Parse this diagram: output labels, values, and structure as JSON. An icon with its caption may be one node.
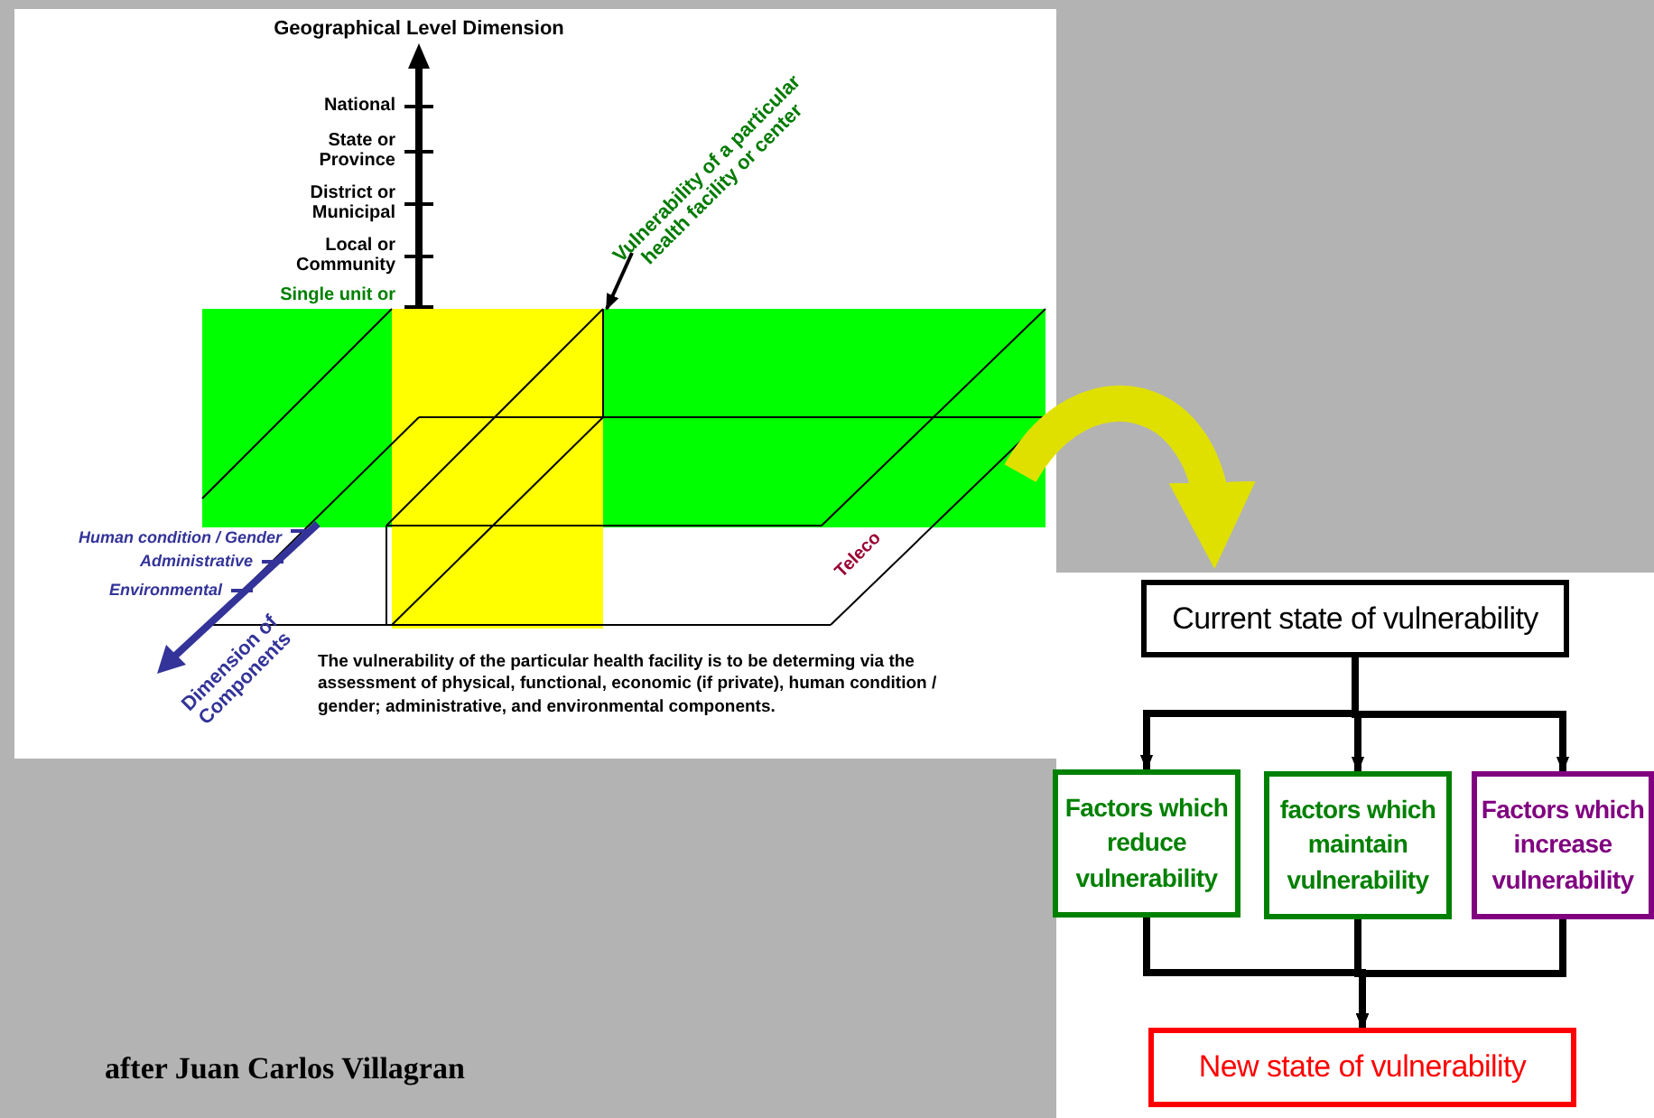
{
  "diagram": {
    "nodes": [
      {
        "text": [
          "Vulnerability of a particular health facility or center"
        ]
      },
      {
        "text": [
          "Current state of vulnerability"
        ]
      },
      {
        "text": [
          "Factors which reduce vulnerability"
        ]
      },
      {
        "text": [
          "factors which maintain vulnerability"
        ]
      },
      {
        "text": [
          "Factors which increase vulnerability"
        ]
      },
      {
        "text": [
          "New state of vulnerability"
        ]
      },
      {
        "text": [],
        "shape": "picture"
      }
    ],
    "edges": [
      {
        "from": 0,
        "to": 6,
        "arrow": "to"
      },
      {
        "from": 6,
        "to": 1,
        "arrow": "to",
        "style": "thick",
        "color": "#e0e000"
      },
      {
        "from": 1,
        "to": 2,
        "arrow": "to"
      },
      {
        "from": 1,
        "to": 3,
        "arrow": "to"
      },
      {
        "from": 1,
        "to": 4,
        "arrow": "to"
      },
      {
        "from": 2,
        "to": 5,
        "arrow": "to"
      },
      {
        "from": 3,
        "to": 5,
        "arrow": "to"
      },
      {
        "from": 4,
        "to": 5,
        "arrow": "to"
      }
    ],
    "labels": [
      "Geographical Level Dimension",
      "National",
      "State or Province",
      "District or Municipal",
      "Local or Community",
      "Single unit or",
      "Human condition / Gender",
      "Administrative",
      "Environmental",
      "Teleco",
      "Dimension of Components",
      "The vulnerability of the particular health facility is to be determing via the assessment of physical, functional, economic (if private), human condition / gender; administrative, and environmental components.",
      "after Juan Carlos Villagran"
    ]
  }
}
